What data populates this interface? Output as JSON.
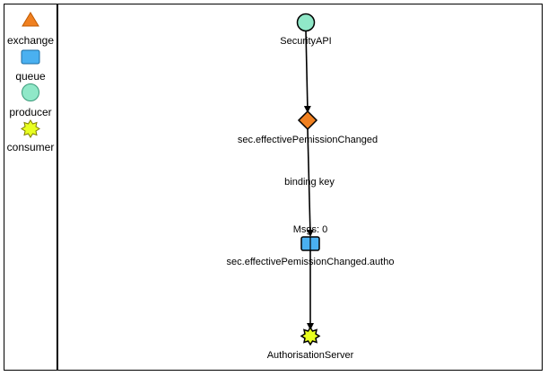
{
  "legend": {
    "items": [
      {
        "label": "exchange",
        "icon": "exchange-triangle-icon",
        "color": "#f08020"
      },
      {
        "label": "queue",
        "icon": "queue-rect-icon",
        "color": "#4ab0f0"
      },
      {
        "label": "producer",
        "icon": "producer-circle-icon",
        "color": "#90e8c8"
      },
      {
        "label": "consumer",
        "icon": "consumer-starburst-icon",
        "color": "#e8ff20"
      }
    ]
  },
  "diagram": {
    "producer": {
      "label": "SecurityAPI",
      "color": "#90e8c8"
    },
    "exchange": {
      "label": "sec.effectivePemissionChanged",
      "color": "#f08020"
    },
    "edge": {
      "label": "binding key"
    },
    "queue": {
      "label": "sec.effectivePemissionChanged.autho",
      "msgs": "Msgs: 0",
      "color": "#4ab0f0"
    },
    "consumer": {
      "label": "AuthorisationServer",
      "color": "#e8ff20"
    }
  }
}
